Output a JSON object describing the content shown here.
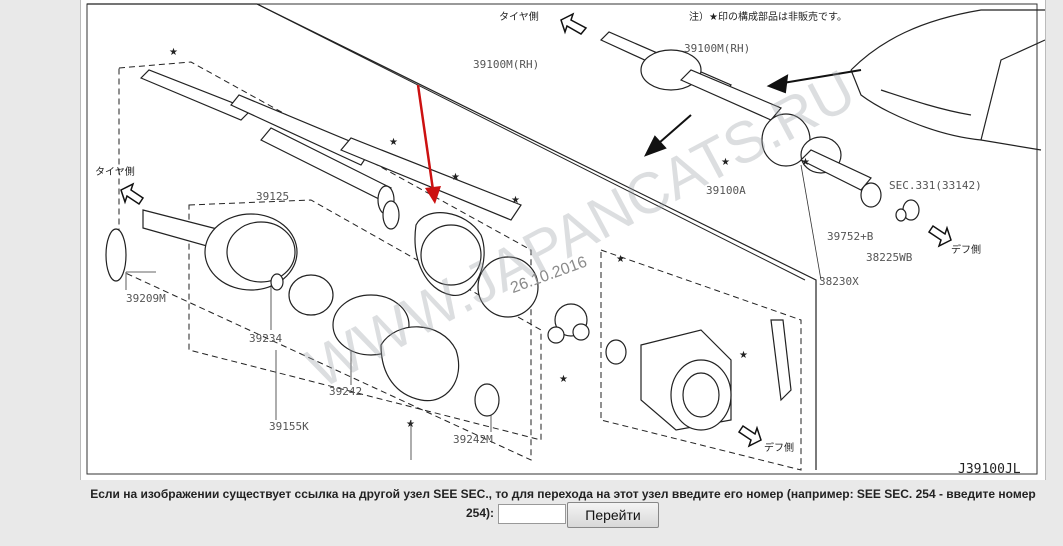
{
  "diagram": {
    "watermark": "WWW.JAPANCATS.RU",
    "date_stamp": "26.10.2016",
    "code": "J39100JL",
    "note_jp": "注）★印の構成部品は非販売です。",
    "label_tire_top": "タイヤ側",
    "label_tire_left": "タイヤ側",
    "label_diff_right": "デフ側",
    "label_diff_bottom": "デフ側",
    "part_labels": {
      "p1": "39100M(RH)",
      "p2": "39100M(RH)",
      "p3": "39125",
      "p4": "39100A",
      "p5": "SEC.331(33142)",
      "p6": "39752+B",
      "p7": "38225WB",
      "p8": "38230X",
      "p9": "39209M",
      "p10": "39234",
      "p11": "39242",
      "p12": "39155K",
      "p13": "39242M"
    },
    "colors": {
      "pointer_arrow": "#cc1111",
      "line": "#222222"
    }
  },
  "caption": "Если на изображении существует ссылка на другой узел SEE SEC., то для перехода на этот узел введите его номер (например: SEE SEC. 254 - введите номер",
  "form": {
    "label": "254):",
    "input_value": "",
    "button_label": "Перейти"
  }
}
